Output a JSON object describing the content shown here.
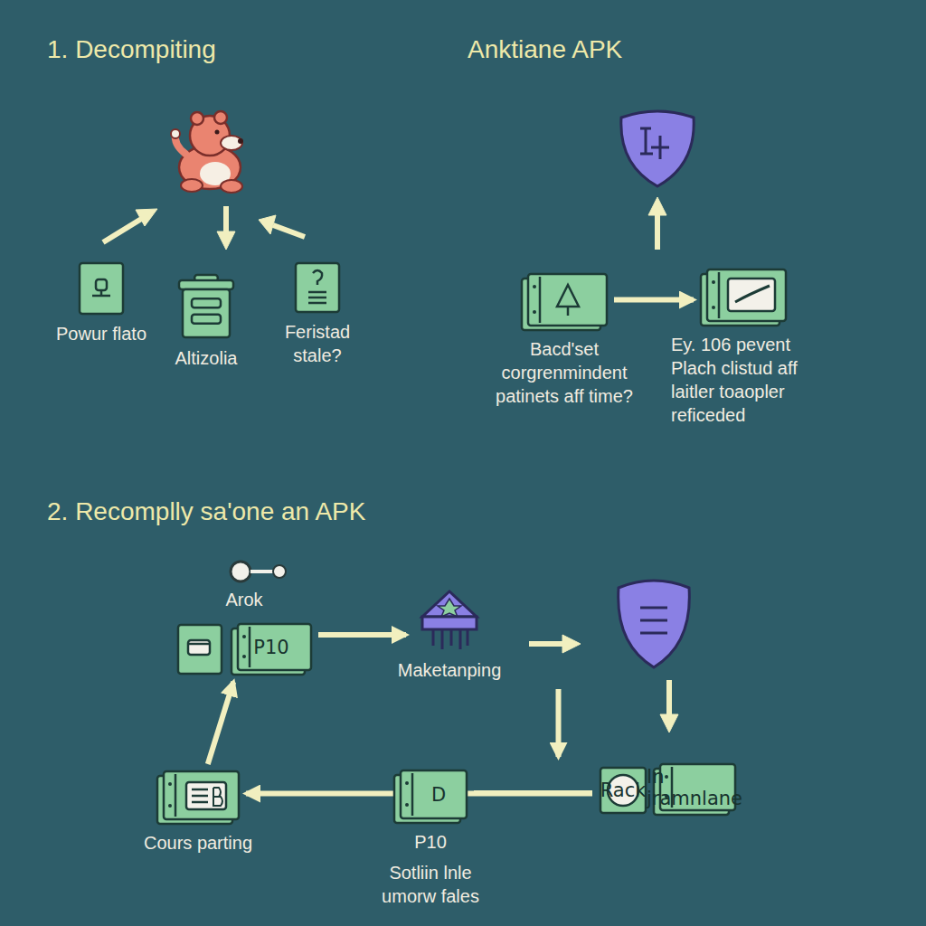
{
  "diagram": {
    "nodes": [
      {
        "text": [
          "Powur flato"
        ]
      },
      {
        "text": [
          "Altizolia"
        ]
      },
      {
        "text": [
          "Feristad stale?"
        ]
      },
      {
        "text": [
          "Bacd'set corgrenmindent patinets aff time?"
        ]
      },
      {
        "text": [
          "Ey. 106 pevent Plach clistud aff laitler toaopler reficeded"
        ]
      },
      {
        "text": [
          "Arok",
          "P10"
        ]
      },
      {
        "text": [
          "Maketanping"
        ]
      },
      {
        "text": [
          "Rack",
          "In jramnlane"
        ]
      },
      {
        "text": [
          "D",
          "P10",
          "Sotliin lnle umorw fales"
        ]
      },
      {
        "text": [
          "Cours parting"
        ]
      }
    ],
    "edges": [
      {
        "from": 3,
        "to": 4,
        "arrow": "to"
      },
      {
        "from": 5,
        "to": 6,
        "arrow": "to"
      },
      {
        "from": 6,
        "to": 7,
        "arrow": "to"
      },
      {
        "from": 8,
        "to": 7,
        "arrow": "none"
      },
      {
        "from": 7,
        "to": 9,
        "arrow": "to"
      },
      {
        "from": 9,
        "to": 5,
        "arrow": "to"
      }
    ],
    "labels": [
      "1. Decompiting",
      "Anktiane APK",
      "2. Recomplly sa'one an APK"
    ]
  }
}
